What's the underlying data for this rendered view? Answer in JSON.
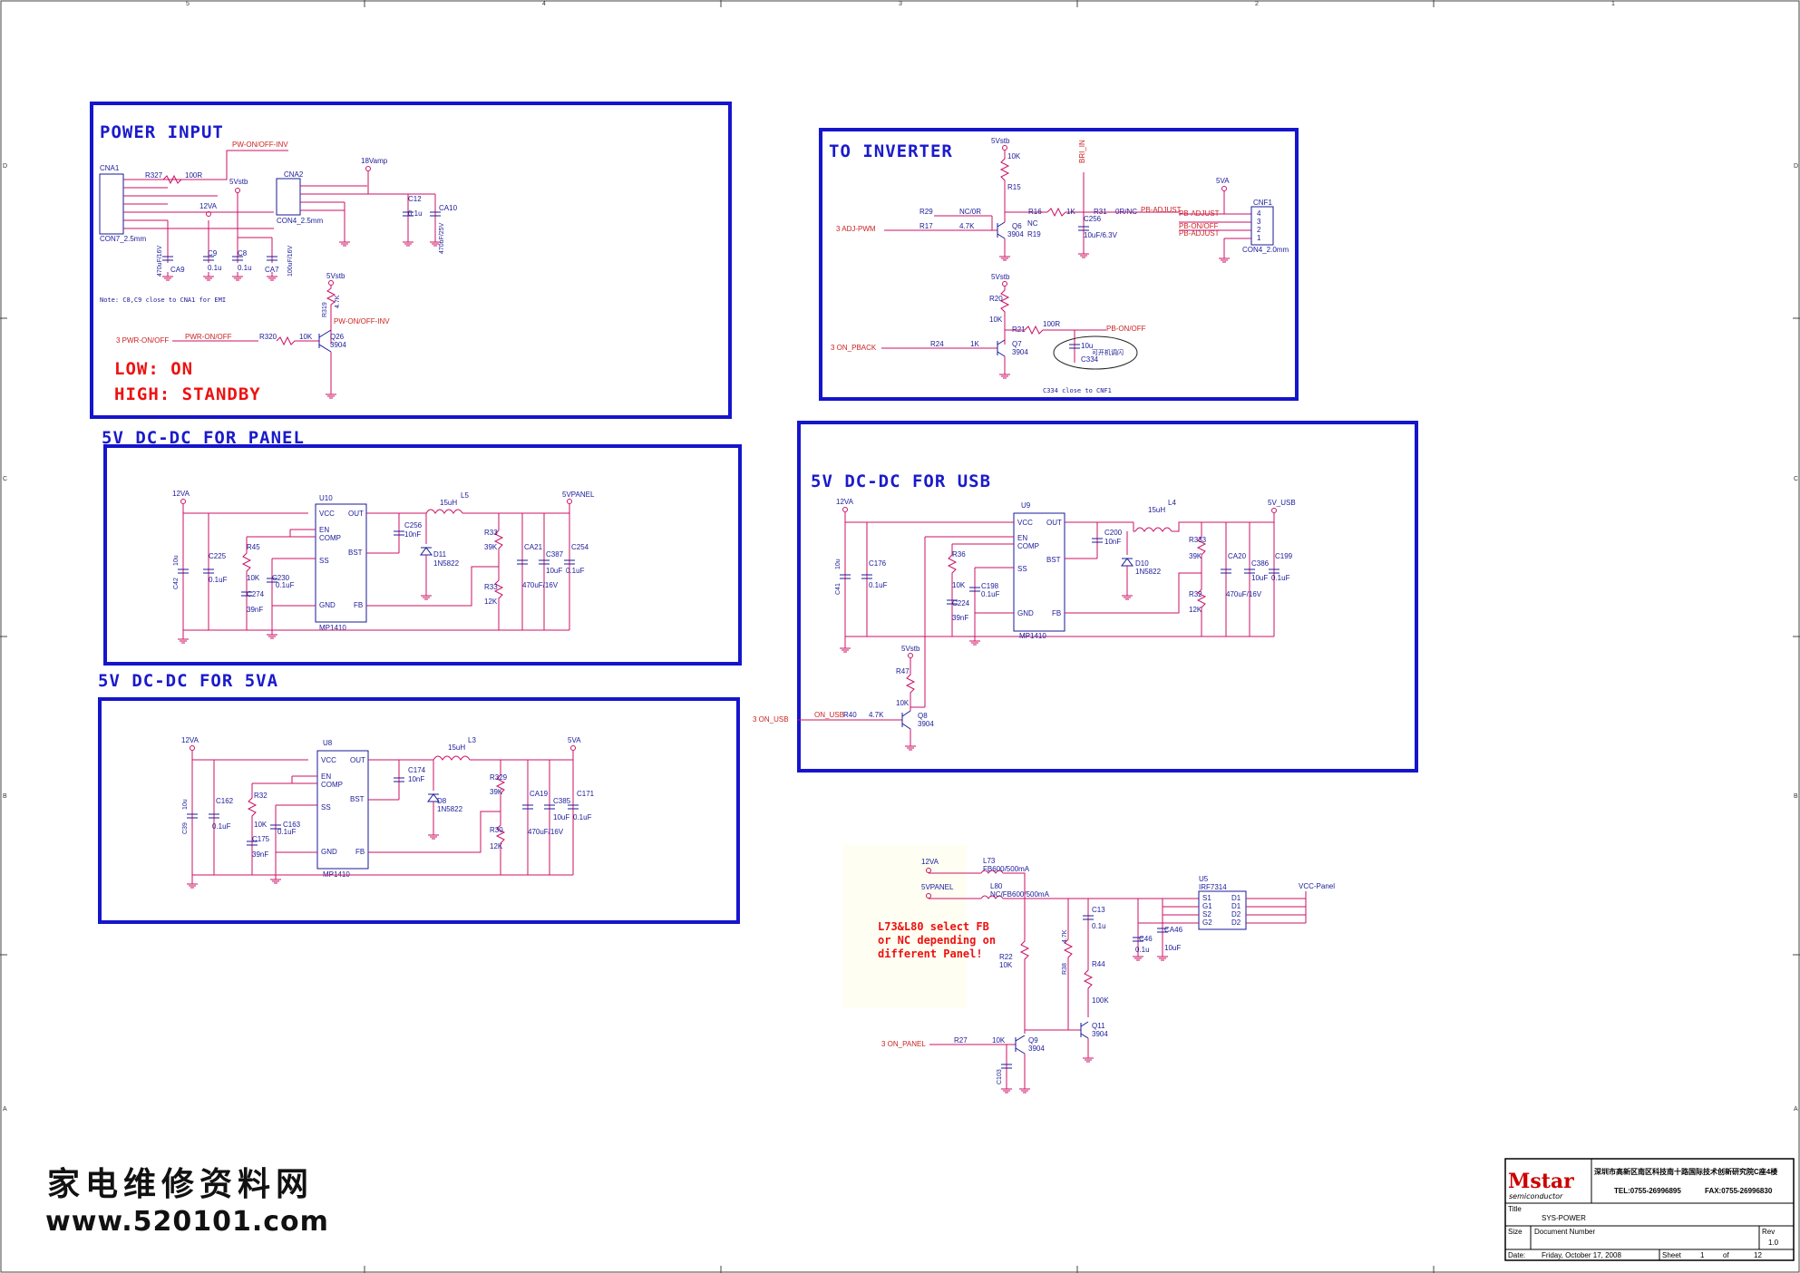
{
  "zones": {
    "cols": [
      "5",
      "4",
      "3",
      "2",
      "1"
    ],
    "rows": [
      "D",
      "C",
      "B",
      "A"
    ]
  },
  "sections": {
    "power_input": {
      "title": "POWER INPUT",
      "low_label": "LOW: ON",
      "high_label": "HIGH: STANDBY",
      "note": "Note: C8,C9 close to CNA1 for EMI",
      "net_pw_inv": "PW-ON/OFF-INV",
      "net_pw_inv2": "PW-ON/OFF-INV",
      "net_pwr_onoff": "3  PWR-ON/OFF",
      "net_pwr_onoff2": "PWR-ON/OFF",
      "cna1": "CNA1",
      "cna1_type": "CON7_2.5mm",
      "cna2": "CNA2",
      "cna2_type": "CON4_2.5mm",
      "r327": "R327",
      "r327_val": "100R",
      "rail_5vstb": "5Vstb",
      "rail_5vstb2": "5Vstb",
      "rail_12va": "12VA",
      "rail_18vamp": "18Vamp",
      "ca9": "CA9",
      "ca9_val": "470uF/16V",
      "c9": "C9",
      "c9_val": "0.1u",
      "c8": "C8",
      "c8_val": "0.1u",
      "ca7": "CA7",
      "ca7_val": "100uF/16V",
      "c12": "C12",
      "c12_val": "0.1u",
      "ca10": "CA10",
      "ca10_val": "470uF/25V",
      "r320": "R320",
      "r320_val": "10K",
      "r319": "R319",
      "r319_val": "4.7K",
      "q26": "Q26",
      "q26_val": "3904"
    },
    "to_inverter": {
      "title": "TO INVERTER",
      "rail_5vstb": "5Vstb",
      "rail_5vstb2": "5Vstb",
      "rail_5va": "5VA",
      "r15": "R15",
      "r15_val": "10K",
      "r29": "R29",
      "r29_val": "NC/0R",
      "r17": "R17",
      "r17_val": "4.7K",
      "q6": "Q6",
      "q6_val": "3904",
      "r16": "R16",
      "r16_val": "1K",
      "r19": "R19",
      "r19_val": "NC",
      "c256": "C256",
      "c256_val": "10uF/6.3V",
      "r31": "R31",
      "r31_val": "0R/NC",
      "bri_in": "BRI_IN",
      "pb_adjust": "PB-ADJUST",
      "pb_adjust2": "PB-ADJUST",
      "pb_onoff": "PB-ON/OFF",
      "pb_onoff2": "PB-ON/OFF",
      "adj_pwm": "3  ADJ-PWM",
      "cnf1": "CNF1",
      "cnf1_type": "CON4_2.0mm",
      "r20": "R20",
      "r20_val": "10K",
      "r21": "R21",
      "r21_val": "100R",
      "on_pback": "3  ON_PBACK",
      "r24": "R24",
      "r24_val": "1K",
      "q7": "Q7",
      "q7_val": "3904",
      "c334": "C334",
      "c334_val": "10u",
      "c334_note": "C334 close to CNF1",
      "chinese_note": "可开机调闪",
      "pin_labels": [
        "4",
        "3",
        "2",
        "1"
      ]
    },
    "dcdc_panel": {
      "title": "5V DC-DC FOR PANEL",
      "rail_in": "12VA",
      "rail_out": "5VPANEL",
      "u10": "U10",
      "u10_part": "MP1410",
      "pins": [
        "VCC",
        "EN",
        "COMP",
        "SS",
        "GND",
        "OUT",
        "BST",
        "FB"
      ],
      "c42": "C42",
      "c42_val": "10u",
      "c225": "C225",
      "c225_val": "0.1uF",
      "r45": "R45",
      "r45_val": "10K",
      "c274": "C274",
      "c274_val": "39nF",
      "c230": "C230",
      "c230_val": "0.1uF",
      "c256": "C256",
      "c256_val": "10nF",
      "l5": "L5",
      "l5_val": "15uH",
      "d11": "D11",
      "d11_val": "1N5822",
      "r33": "R33",
      "r33_val": "39K",
      "r34": "R33",
      "r34_val": "12K",
      "ca21": "CA21",
      "ca21_val": "470uF/16V",
      "c387": "C387",
      "c387_val": "10uF",
      "c254": "C254",
      "c254_val": "0.1uF"
    },
    "dcdc_5va": {
      "title": "5V DC-DC FOR 5VA",
      "rail_in": "12VA",
      "rail_out": "5VA",
      "u8": "U8",
      "u8_part": "MP1410",
      "pins": [
        "VCC",
        "EN",
        "COMP",
        "SS",
        "GND",
        "OUT",
        "BST",
        "FB"
      ],
      "c39": "C39",
      "c39_val": "10u",
      "c162": "C162",
      "c162_val": "0.1uF",
      "r32": "R32",
      "r32_val": "10K",
      "c175": "C175",
      "c175_val": "39nF",
      "c163": "C163",
      "c163_val": "0.1uF",
      "c174": "C174",
      "c174_val": "10nF",
      "l3": "L3",
      "l3_val": "15uH",
      "d8": "D8",
      "d8_val": "1N5822",
      "r329": "R329",
      "r329_val": "39K",
      "r30": "R30",
      "r30_val": "12K",
      "ca19": "CA19",
      "ca19_val": "470uF/16V",
      "c385": "C385",
      "c385_val": "10uF",
      "c171": "C171",
      "c171_val": "0.1uF"
    },
    "dcdc_usb": {
      "title": "5V DC-DC FOR USB",
      "rail_in": "12VA",
      "rail_out": "5V_USB",
      "rail_5vstb": "5Vstb",
      "u9": "U9",
      "u9_part": "MP1410",
      "pins": [
        "VCC",
        "EN",
        "COMP",
        "SS",
        "GND",
        "OUT",
        "BST",
        "FB"
      ],
      "c41": "C41",
      "c41_val": "10u",
      "c176": "C176",
      "c176_val": "0.1uF",
      "r36": "R36",
      "r36_val": "10K",
      "c224": "C224",
      "c224_val": "39nF",
      "c198": "C198",
      "c198_val": "0.1uF",
      "c200": "C200",
      "c200_val": "10nF",
      "l4": "L4",
      "l4_val": "15uH",
      "d10": "D10",
      "d10_val": "1N5822",
      "r333": "R333",
      "r333_val": "39K",
      "r32b": "R32",
      "r32b_val": "12K",
      "ca20": "CA20",
      "ca20_val": "470uF/16V",
      "c386": "C386",
      "c386_val": "10uF",
      "c199": "C199",
      "c199_val": "0.1uF",
      "r47": "R47",
      "r47_val": "10K",
      "r40": "R40",
      "r40_val": "4.7K",
      "q8": "Q8",
      "q8_val": "3904",
      "on_usb": "3  ON_USB",
      "on_usb2": "ON_USB"
    },
    "panel_switch": {
      "rail_12va": "12VA",
      "rail_5vpanel": "5VPANEL",
      "l73": "L73",
      "l73_val": "FB600/500mA",
      "l80": "L80",
      "l80_val": "NC/FB600/500mA",
      "c13": "C13",
      "c13_val": "0.1u",
      "c46": "C46",
      "c46_val": "0.1u",
      "ca46": "CA46",
      "ca46_val": "10uF",
      "r38": "R38",
      "r38_val": "4.7K",
      "r44": "R44",
      "r44_val": "100K",
      "r22": "R22",
      "r22_val": "10K",
      "q11": "Q11",
      "q11_val": "3904",
      "q9": "Q9",
      "q9_val": "3904",
      "r27": "R27",
      "r27_val": "10K",
      "c103": "C103",
      "on_panel": "3  ON_PANEL",
      "u5": "U5",
      "u5_part": "IRF7314",
      "u5_left": [
        "S1",
        "G1",
        "S2",
        "G2"
      ],
      "u5_right": [
        "D1",
        "D1",
        "D2",
        "D2"
      ],
      "vcc_panel": "VCC-Panel",
      "note_line1": "L73&L80 select FB",
      "note_line2": "or NC depending on",
      "note_line3": "different Panel!"
    }
  },
  "title_block": {
    "company": "Mstar",
    "company_sub": "semiconductor",
    "address": "深圳市高新区南区科技南十路国际技术创新研究院C座4楼",
    "tel": "TEL:0755-26996895",
    "fax": "FAX:0755-26996830",
    "title_label": "Title",
    "title": "SYS-POWER",
    "size_label": "Size",
    "doc_label": "Document Number",
    "rev_label": "Rev",
    "rev": "1.0",
    "date_label": "Date:",
    "date": "Friday, October 17, 2008",
    "sheet_label": "Sheet",
    "sheet": "1",
    "of_label": "of",
    "sheets": "12"
  },
  "watermark": {
    "chinese": "家电维修资料网",
    "url": "www.520101.com"
  },
  "colors": {
    "wire": "#cc1166",
    "box": "#1515cc",
    "label": "#1a1a99",
    "net": "#cc2222"
  }
}
